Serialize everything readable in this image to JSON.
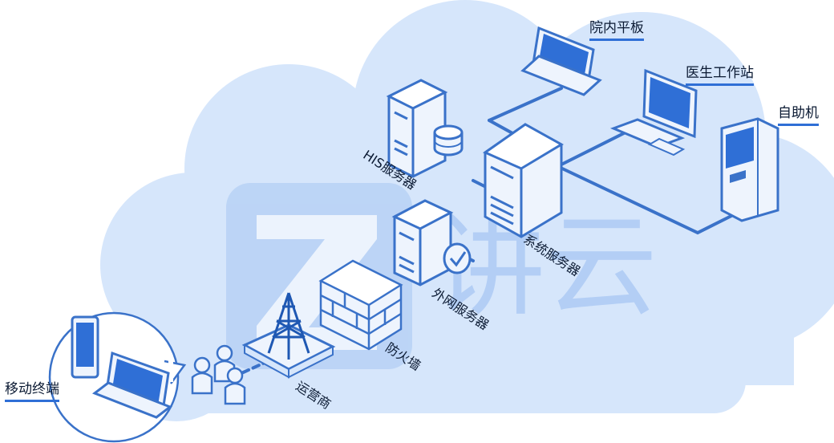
{
  "watermark": {
    "text": "讲云"
  },
  "nodes": {
    "tablet_hospital": {
      "label": "院内平板"
    },
    "doctor_station": {
      "label": "医生工作站"
    },
    "kiosk": {
      "label": "自助机"
    },
    "his_server": {
      "label": "HIS服务器"
    },
    "system_server": {
      "label": "系统服务器"
    },
    "external_server": {
      "label": "外网服务器"
    },
    "firewall": {
      "label": "防火墙"
    },
    "carrier": {
      "label": "运营商"
    },
    "mobile_terminal": {
      "label": "移动终端"
    }
  },
  "colors": {
    "cloud": "#d6e6fb",
    "line": "#3a72c9",
    "device_fill": "#eef4fd",
    "device_stroke": "#3a72c9",
    "screen": "#2f6fd6",
    "watermark": "#9dbff2"
  }
}
